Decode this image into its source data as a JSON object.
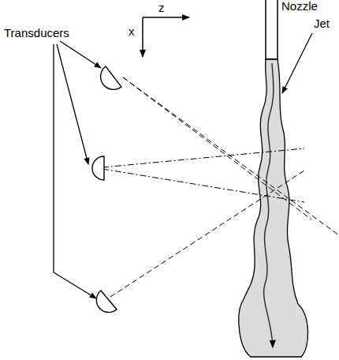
{
  "diagram": {
    "labels": [
      "z",
      "x",
      "Nozzle",
      "Jet",
      "Transducers"
    ]
  }
}
